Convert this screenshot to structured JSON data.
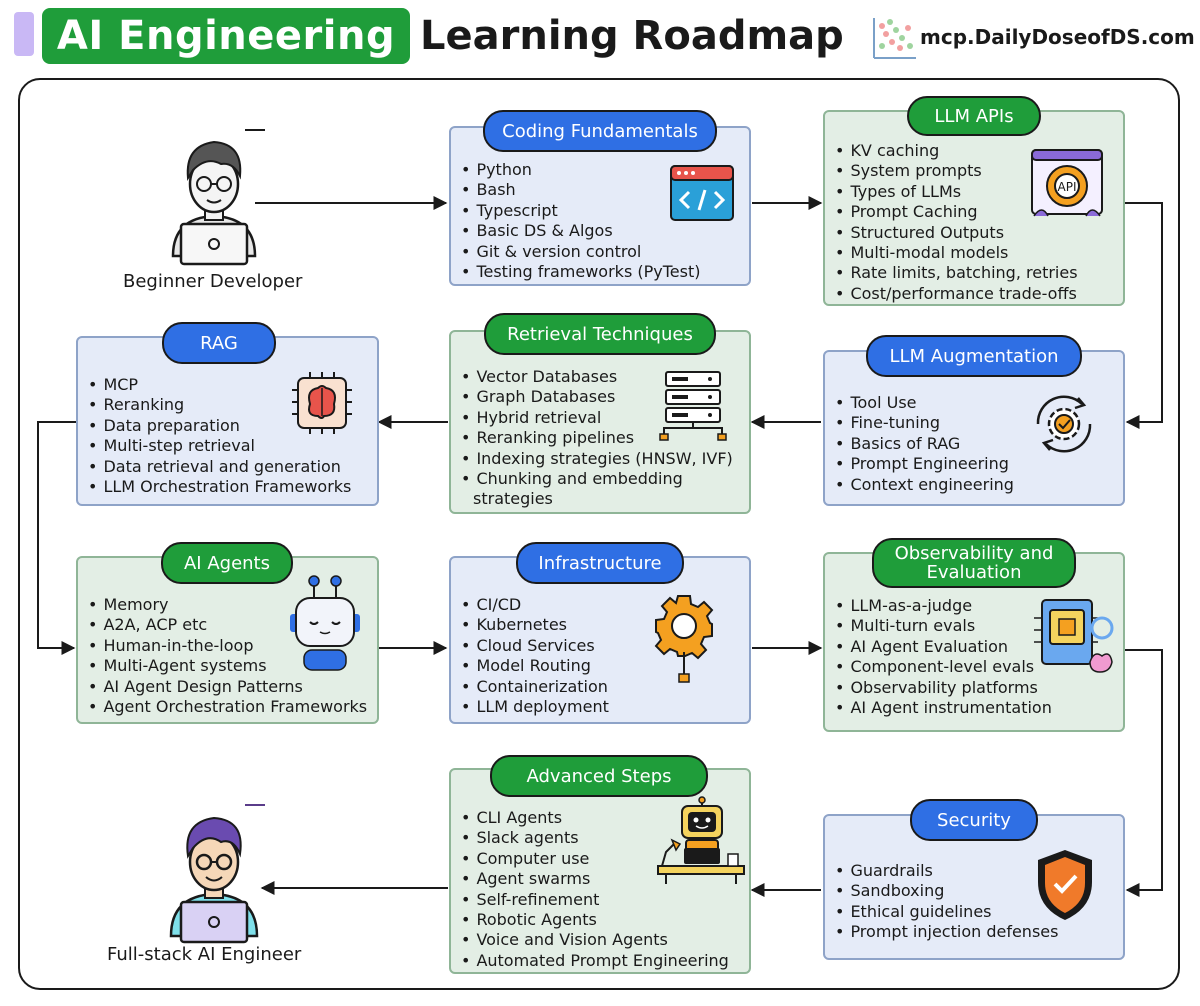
{
  "header": {
    "badge": "AI Engineering",
    "title": "Learning Roadmap",
    "site": "mcp.DailyDoseofDS.com"
  },
  "people": {
    "start": "Beginner Developer",
    "end": "Full-stack AI Engineer"
  },
  "cards": {
    "coding": {
      "title": "Coding Fundamentals",
      "items": [
        "Python",
        "Bash",
        "Typescript",
        "Basic DS & Algos",
        "Git & version control",
        "Testing frameworks (PyTest)"
      ]
    },
    "llm_apis": {
      "title": "LLM APIs",
      "items": [
        "KV caching",
        "System prompts",
        "Types of LLMs",
        "Prompt Caching",
        "Structured Outputs",
        "Multi-modal models",
        "Rate limits, batching, retries",
        "Cost/performance trade-offs"
      ]
    },
    "rag": {
      "title": "RAG",
      "items": [
        "MCP",
        "Reranking",
        "Data preparation",
        "Multi-step retrieval",
        "Data retrieval and generation",
        "LLM Orchestration Frameworks"
      ]
    },
    "retrieval": {
      "title": "Retrieval Techniques",
      "items": [
        "Vector Databases",
        "Graph Databases",
        "Hybrid retrieval",
        "Reranking pipelines",
        "Indexing strategies (HNSW, IVF)",
        "Chunking and embedding",
        "strategies"
      ]
    },
    "augmentation": {
      "title": "LLM Augmentation",
      "items": [
        "Tool Use",
        "Fine-tuning",
        "Basics of RAG",
        "Prompt Engineering",
        "Context engineering"
      ]
    },
    "agents": {
      "title": "AI Agents",
      "items": [
        "Memory",
        "A2A, ACP etc",
        "Human-in-the-loop",
        "Multi-Agent systems",
        "AI Agent Design Patterns",
        "Agent Orchestration Frameworks"
      ]
    },
    "infra": {
      "title": "Infrastructure",
      "items": [
        "CI/CD",
        "Kubernetes",
        "Cloud Services",
        "Model Routing",
        "Containerization",
        "LLM deployment"
      ]
    },
    "observability": {
      "title_line1": "Observability and",
      "title_line2": "Evaluation",
      "items": [
        "LLM-as-a-judge",
        "Multi-turn evals",
        "AI Agent Evaluation",
        "Component-level evals",
        "Observability platforms",
        "AI Agent instrumentation"
      ]
    },
    "advanced": {
      "title": "Advanced Steps",
      "items": [
        "CLI Agents",
        "Slack agents",
        "Computer use",
        "Agent swarms",
        "Self-refinement",
        "Robotic Agents",
        "Voice and Vision Agents",
        "Automated Prompt Engineering"
      ]
    },
    "security": {
      "title": "Security",
      "items": [
        "Guardrails",
        "Sandboxing",
        "Ethical guidelines",
        "Prompt injection defenses"
      ]
    }
  },
  "colors": {
    "brand_green": "#1f9d3a",
    "pill_blue": "#2f6fe4",
    "card_blue": "#e5ebf8",
    "card_green": "#e3eee5",
    "accent_orange": "#f4a020"
  }
}
